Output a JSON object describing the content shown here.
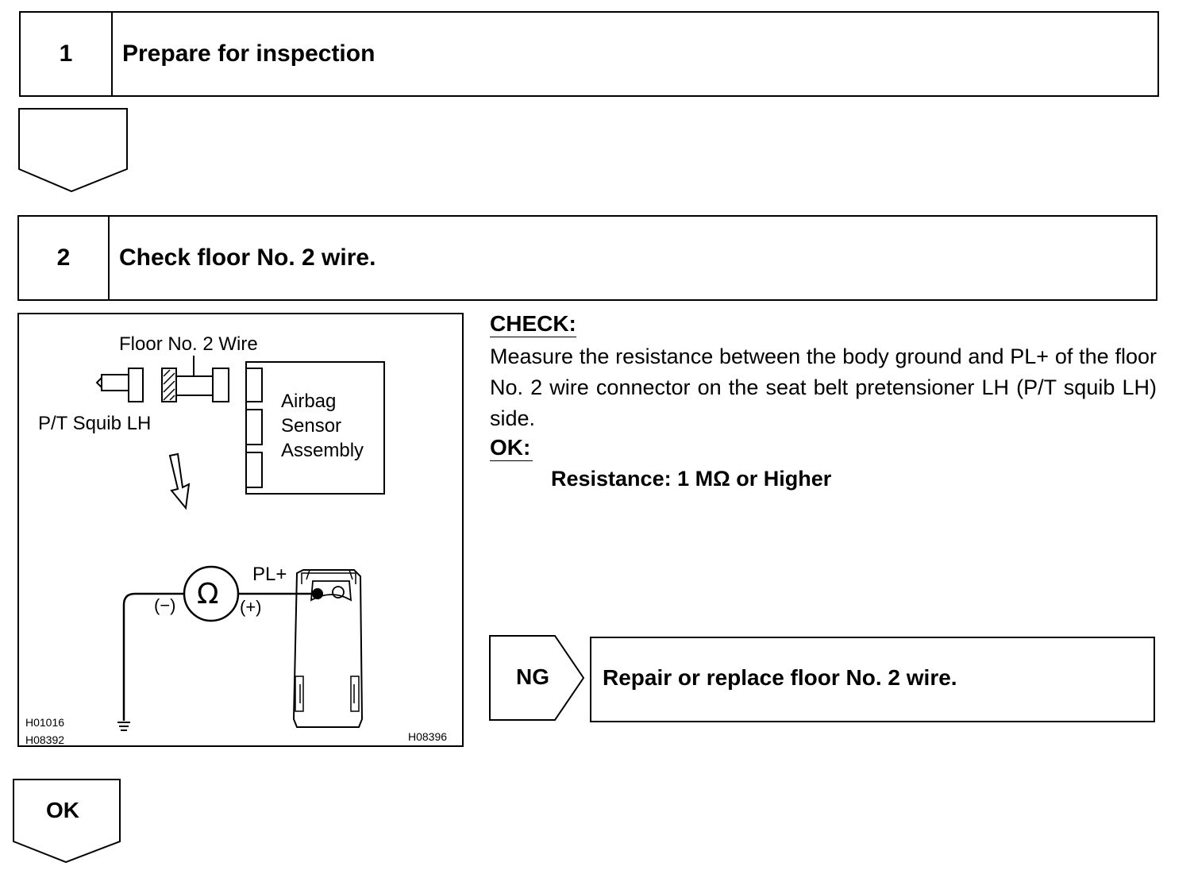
{
  "steps": [
    {
      "number": "1",
      "title": "Prepare for inspection"
    },
    {
      "number": "2",
      "title": "Check floor No. 2 wire."
    }
  ],
  "check": {
    "label": "CHECK:",
    "text": "Measure the resistance between the body ground and PL+ of the floor No. 2 wire connector on the seat belt pretensioner LH (P/T squib LH) side.",
    "ok_label": "OK:",
    "spec": "Resistance: 1 MΩ or Higher"
  },
  "diagram": {
    "wire_label": "Floor No. 2 Wire",
    "squib_label": "P/T Squib LH",
    "sensor_label_1": "Airbag",
    "sensor_label_2": "Sensor",
    "sensor_label_3": "Assembly",
    "meter_symbol": "Ω",
    "terminal_label": "PL+",
    "neg_label": "(−)",
    "pos_label": "(+)",
    "code_1": "H01016",
    "code_2": "H08392",
    "code_3": "H08396"
  },
  "ng": {
    "label": "NG",
    "action": "Repair or replace floor No. 2 wire."
  },
  "ok_next": {
    "label": "OK"
  }
}
